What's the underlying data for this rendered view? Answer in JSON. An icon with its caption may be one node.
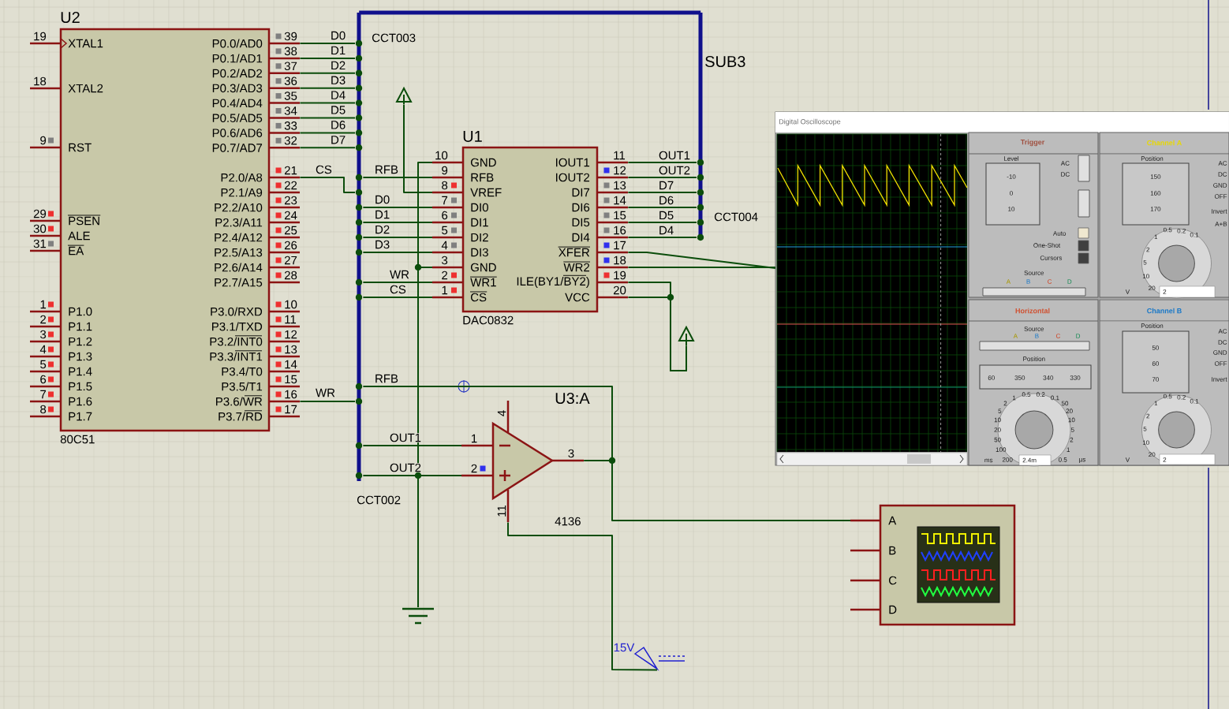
{
  "diagram": {
    "nodes": [
      {
        "text": [
          "U2",
          "XTAL1",
          "XTAL2",
          "RST",
          "PSEN",
          "ALE",
          "EA",
          "P1.0",
          "P1.1",
          "P1.2",
          "P1.3",
          "P1.4",
          "P1.5",
          "P1.6",
          "P1.7",
          "P0.0/AD0",
          "P0.1/AD1",
          "P0.2/AD2",
          "P0.3/AD3",
          "P0.4/AD4",
          "P0.5/AD5",
          "P0.6/AD6",
          "P0.7/AD7",
          "P2.0/A8",
          "P2.1/A9",
          "P2.2/A10",
          "P2.3/A11",
          "P2.4/A12",
          "P2.5/A13",
          "P2.6/A14",
          "P2.7/A15",
          "P3.0/RXD",
          "P3.1/TXD",
          "P3.2/INT0",
          "P3.3/INT1",
          "P3.4/T0",
          "P3.5/T1",
          "P3.6/WR",
          "P3.7/RD",
          "80C51"
        ]
      },
      {
        "text": [
          "U1",
          "GND",
          "RFB",
          "VREF",
          "DI0",
          "DI1",
          "DI2",
          "DI3",
          "GND",
          "WR1",
          "CS",
          "IOUT1",
          "IOUT2",
          "DI7",
          "DI6",
          "DI5",
          "DI4",
          "XFER",
          "WR2",
          "ILE(BY1/BY2)",
          "VCC",
          "DAC0832"
        ]
      },
      {
        "text": [
          "U3:A",
          "4136"
        ]
      },
      {
        "text": [],
        "shape": "bar",
        "beside": [
          "CCT003",
          "CCT002"
        ]
      },
      {
        "text": [],
        "shape": "bar",
        "beside": [
          "SUB3",
          "CCT004"
        ]
      },
      {
        "text": [],
        "shape": "ground"
      },
      {
        "text": [],
        "shape": "terminal"
      },
      {
        "text": [],
        "shape": "terminal"
      },
      {
        "text": [
          "15V"
        ]
      },
      {
        "text": [
          "Digital Oscilloscope"
        ]
      },
      {
        "text": [
          "Trigger",
          "Level",
          "AC",
          "DC",
          "-10",
          "0",
          "10",
          "Auto",
          "One-Shot",
          "Cursors",
          "Source",
          "A",
          "B",
          "C",
          "D"
        ],
        "in": 9
      },
      {
        "text": [
          "Channel A",
          "Position",
          "AC",
          "DC",
          "GND",
          "OFF",
          "Invert",
          "A+B",
          "150",
          "160",
          "170",
          "0.5",
          "0.2",
          "0.1",
          "1",
          "2",
          "5",
          "10",
          "20",
          "V",
          "2"
        ],
        "in": 9
      },
      {
        "text": [
          "Horizontal",
          "Source",
          "A",
          "B",
          "C",
          "D",
          "Position",
          "60",
          "350",
          "340",
          "330",
          "0.5",
          "0.2",
          "0.1",
          "1",
          "2",
          "5",
          "10",
          "20",
          "50",
          "100",
          "200",
          "ms",
          "2.4m",
          "50",
          "20",
          "10",
          "5",
          "2",
          "1",
          "0.5",
          "µs"
        ],
        "in": 9
      },
      {
        "text": [
          "Channel B",
          "Position",
          "AC",
          "DC",
          "GND",
          "OFF",
          "Invert",
          "50",
          "60",
          "70",
          "0.5",
          "0.2",
          "0.1",
          "1",
          "2",
          "5",
          "10",
          "20",
          "V",
          "2"
        ],
        "in": 9
      },
      {
        "text": [
          "A",
          "B",
          "C",
          "D"
        ]
      }
    ],
    "edges": [
      {
        "from": 0,
        "to": 3,
        "label": "D0",
        "arrow": "none"
      },
      {
        "from": 0,
        "to": 3,
        "label": "D1",
        "arrow": "none"
      },
      {
        "from": 0,
        "to": 3,
        "label": "D2",
        "arrow": "none"
      },
      {
        "from": 0,
        "to": 3,
        "label": "D3",
        "arrow": "none"
      },
      {
        "from": 0,
        "to": 3,
        "label": "D4",
        "arrow": "none"
      },
      {
        "from": 0,
        "to": 3,
        "label": "D5",
        "arrow": "none"
      },
      {
        "from": 0,
        "to": 3,
        "label": "D6",
        "arrow": "none"
      },
      {
        "from": 0,
        "to": 3,
        "label": "D7",
        "arrow": "none"
      },
      {
        "from": 0,
        "to": 3,
        "label": "CS",
        "arrow": "none"
      },
      {
        "from": 0,
        "to": 3,
        "label": "WR",
        "arrow": "none"
      },
      {
        "from": 1,
        "to": 3,
        "label": "RFB",
        "arrow": "none"
      },
      {
        "from": 1,
        "to": 3,
        "label": "D0",
        "arrow": "none"
      },
      {
        "from": 1,
        "to": 3,
        "label": "D1",
        "arrow": "none"
      },
      {
        "from": 1,
        "to": 3,
        "label": "D2",
        "arrow": "none"
      },
      {
        "from": 1,
        "to": 3,
        "label": "D3",
        "arrow": "none"
      },
      {
        "from": 1,
        "to": 3,
        "label": "WR",
        "arrow": "none"
      },
      {
        "from": 1,
        "to": 3,
        "label": "CS",
        "arrow": "none"
      },
      {
        "from": 1,
        "to": 4,
        "label": "OUT1",
        "arrow": "none"
      },
      {
        "from": 1,
        "to": 4,
        "label": "OUT2",
        "arrow": "none"
      },
      {
        "from": 1,
        "to": 4,
        "label": "D7",
        "arrow": "none"
      },
      {
        "from": 1,
        "to": 4,
        "label": "D6",
        "arrow": "none"
      },
      {
        "from": 1,
        "to": 4,
        "label": "D5",
        "arrow": "none"
      },
      {
        "from": 1,
        "to": 4,
        "label": "D4",
        "arrow": "none"
      },
      {
        "from": 3,
        "to": 4,
        "arrow": "none",
        "style": "thick",
        "color": "#10108c"
      },
      {
        "from": 1,
        "to": 9,
        "arrow": "none"
      },
      {
        "from": 1,
        "to": 9,
        "arrow": "none"
      },
      {
        "from": 1,
        "to": 7,
        "arrow": "none"
      },
      {
        "from": 1,
        "to": 7,
        "arrow": "none"
      },
      {
        "from": 1,
        "to": 6,
        "arrow": "none"
      },
      {
        "from": 1,
        "to": 5,
        "arrow": "none"
      },
      {
        "from": 1,
        "to": 5,
        "arrow": "none"
      },
      {
        "from": 2,
        "to": 5,
        "arrow": "none"
      },
      {
        "from": 2,
        "to": 3,
        "label": "OUT1",
        "arrow": "none"
      },
      {
        "from": 2,
        "to": 3,
        "label": "OUT2",
        "arrow": "none"
      },
      {
        "from": 2,
        "to": 3,
        "label": "RFB",
        "arrow": "none"
      },
      {
        "from": 2,
        "to": 14,
        "arrow": "none"
      },
      {
        "from": 2,
        "to": 8,
        "arrow": "none"
      }
    ],
    "labels": [
      "19",
      "18",
      "9",
      "29",
      "30",
      "31",
      "1",
      "2",
      "3",
      "4",
      "5",
      "6",
      "7",
      "8",
      "39",
      "38",
      "37",
      "36",
      "35",
      "34",
      "33",
      "32",
      "21",
      "22",
      "23",
      "24",
      "25",
      "26",
      "27",
      "28",
      "10",
      "11",
      "12",
      "13",
      "14",
      "15",
      "16",
      "17",
      "10",
      "9",
      "8",
      "7",
      "6",
      "5",
      "4",
      "3",
      "2",
      "1",
      "11",
      "12",
      "13",
      "14",
      "15",
      "16",
      "17",
      "18",
      "19",
      "20",
      "4",
      "1",
      "2",
      "3",
      "11"
    ]
  }
}
